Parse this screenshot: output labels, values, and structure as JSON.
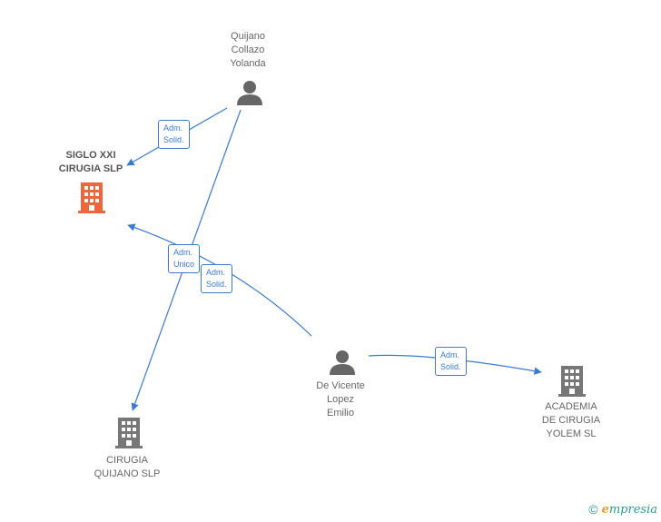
{
  "people": {
    "quijano": {
      "name": "Quijano\nCollazo\nYolanda"
    },
    "devicente": {
      "name": "De Vicente\nLopez\nEmilio"
    }
  },
  "companies": {
    "siglo": {
      "name": "SIGLO XXI\nCIRUGIA  SLP",
      "color": "#f0663c"
    },
    "cirugia": {
      "name": "CIRUGIA\nQUIJANO SLP",
      "color": "#777777"
    },
    "academia": {
      "name": "ACADEMIA\nDE CIRUGIA\nYOLEM  SL",
      "color": "#777777"
    }
  },
  "edges": {
    "quijano_siglo": "Adm.\nSolid.",
    "devicente_siglo": "Adm.\nSolid.",
    "quijano_cirugia": "Adm.\nUnico",
    "devicente_academia": "Adm.\nSolid."
  },
  "colors": {
    "edge": "#3a7bd5",
    "person": "#666666"
  },
  "footer": {
    "copyright_symbol": "©",
    "brand_e": "e",
    "brand_rest": "mpresia"
  }
}
